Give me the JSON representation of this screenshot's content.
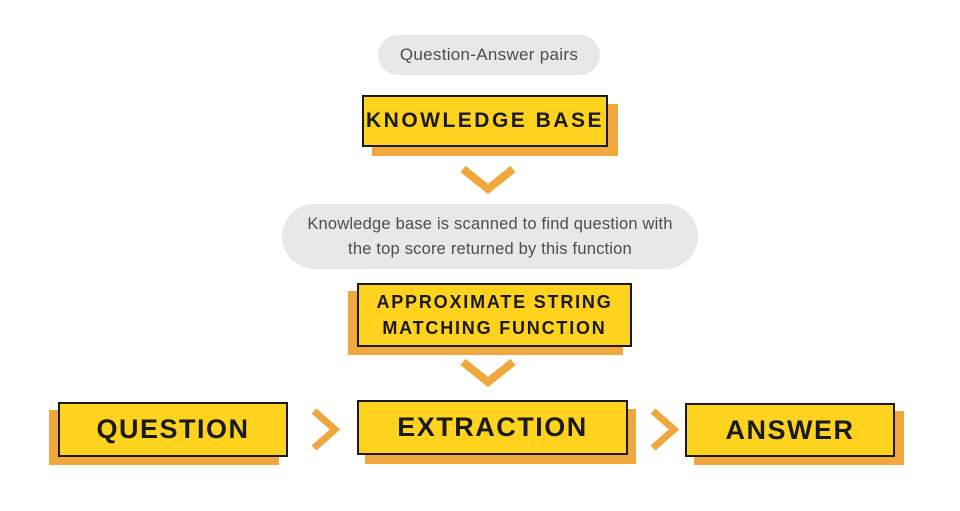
{
  "colors": {
    "yellow": "#FFD21E",
    "orange": "#F0A73C",
    "outline": "#1A1A1A",
    "pill-bg": "#E8E8E8",
    "pill-text": "#4D4D4F",
    "background": "#FFFFFF"
  },
  "flow": {
    "qa_pairs_note": "Question-Answer pairs",
    "knowledge_base": {
      "label": "KNOWLEDGE BASE"
    },
    "scan_note": "Knowledge base is scanned to find question with\nthe top score returned by this function",
    "matching_function": {
      "label": "APPROXIMATE STRING\nMATCHING FUNCTION"
    },
    "question": {
      "label": "QUESTION"
    },
    "extraction": {
      "label": "EXTRACTION"
    },
    "answer": {
      "label": "ANSWER"
    }
  },
  "icons": {
    "down_connector": "chevron-down",
    "right_connector": "chevron-right"
  }
}
